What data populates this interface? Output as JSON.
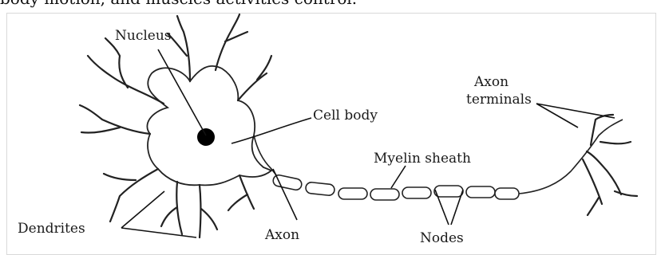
{
  "top_text": "body motion, and muscles activities control.",
  "labels": {
    "nucleus": "Nucleus",
    "cell_body": "Cell body",
    "axon_terminals_line1": "Axon",
    "axon_terminals_line2": "terminals",
    "myelin_sheath": "Myelin sheath",
    "dendrites": "Dendrites",
    "axon": "Axon",
    "nodes": "Nodes"
  }
}
